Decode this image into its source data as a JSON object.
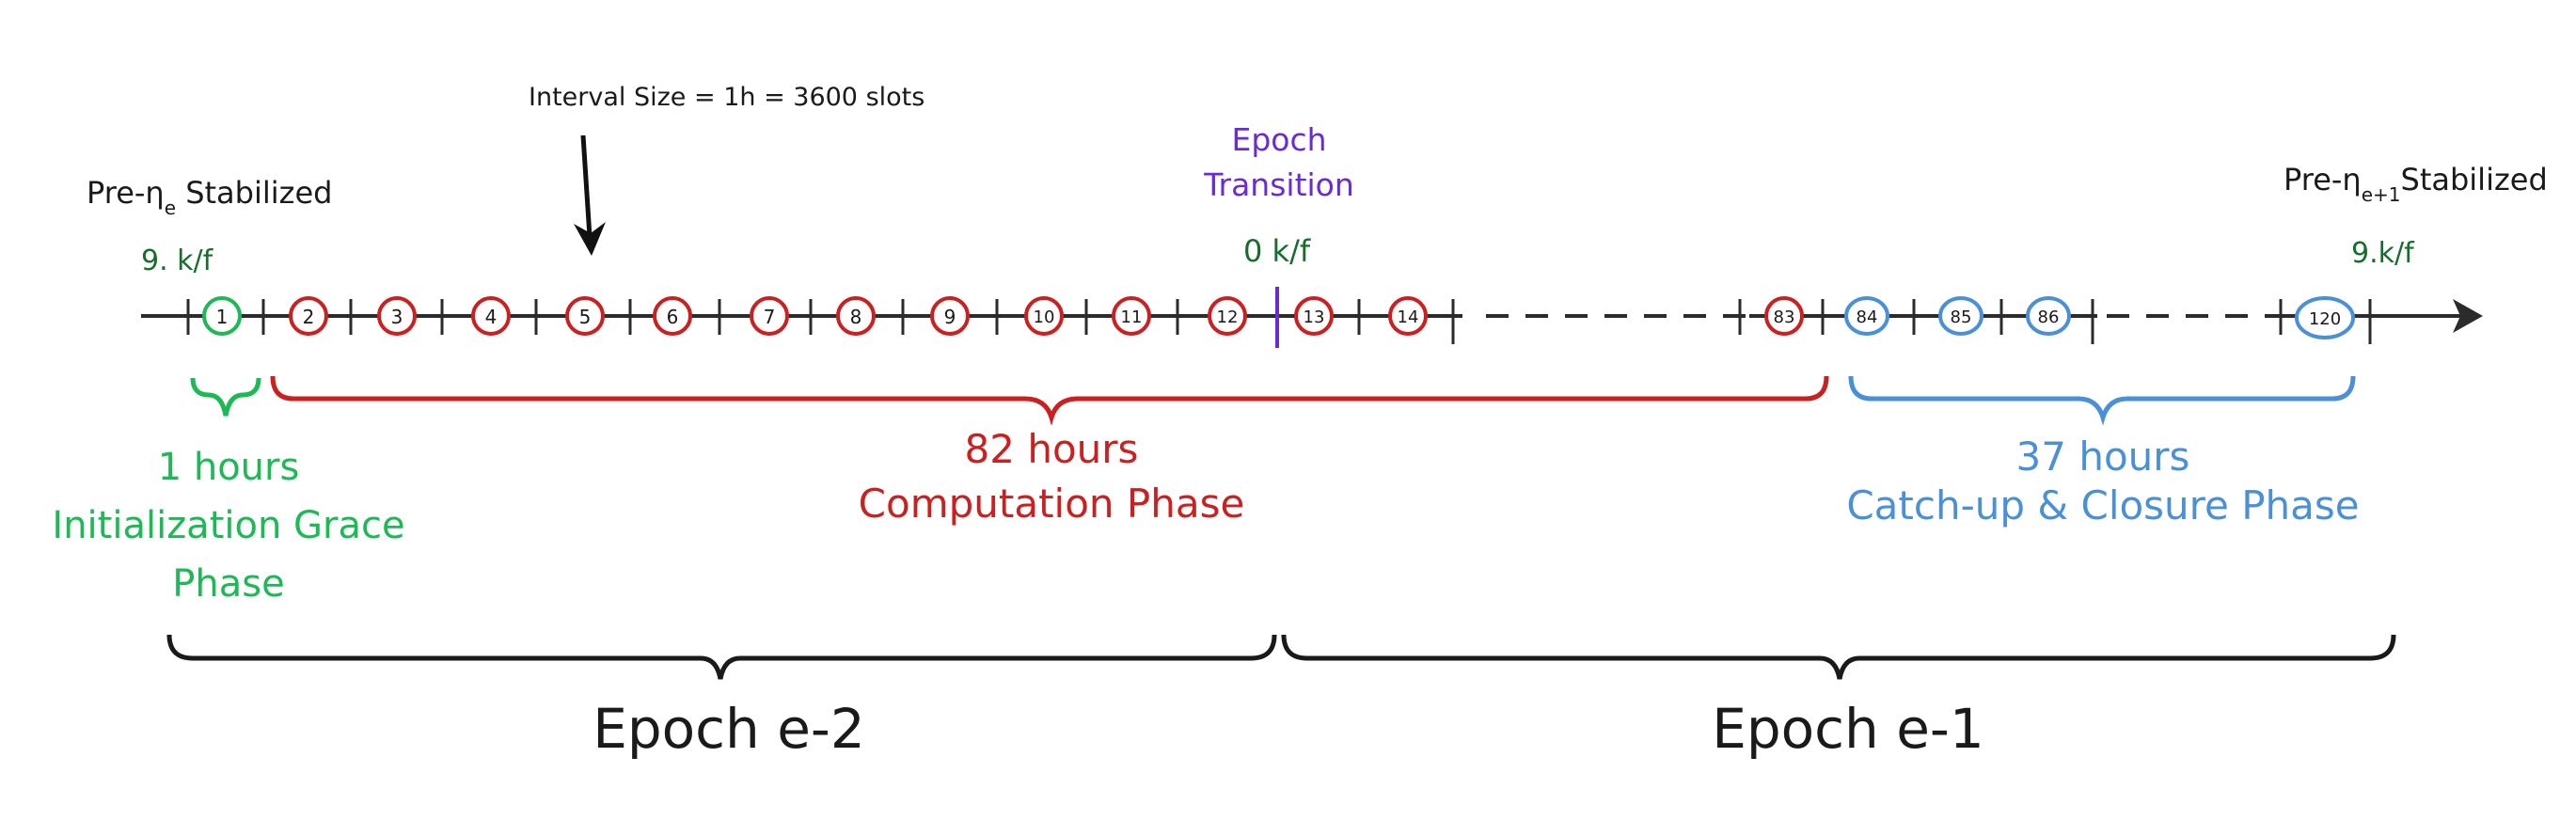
{
  "colors": {
    "axis": "#2b2b2b",
    "green": "#1db954",
    "dark_green": "#176e2c",
    "red": "#cc1f1f",
    "blue": "#4a90d9",
    "purple": "#6a2bd6",
    "black": "#1a1a1a"
  },
  "annotations": {
    "interval_size": "Interval Size = 1h = 3600 slots",
    "pre_left_prefix": "Pre-η",
    "pre_left_sub": "e",
    "pre_left_suffix": " Stabilized",
    "pre_right_prefix": "Pre-η",
    "pre_right_sub": "e+1",
    "pre_right_suffix": "Stabilized",
    "kf_left": "9. k/f",
    "kf_mid": "0 k/f",
    "kf_right": "9.k/f",
    "epoch_transition_line1": "Epoch",
    "epoch_transition_line2": "Transition"
  },
  "slots": {
    "green": [
      "1"
    ],
    "red": [
      "2",
      "3",
      "4",
      "5",
      "6",
      "7",
      "8",
      "9",
      "10",
      "11",
      "12",
      "13",
      "14",
      "83"
    ],
    "blue": [
      "84",
      "85",
      "86",
      "120"
    ]
  },
  "phases": {
    "grace_hours": "1 hours",
    "grace_line1": "Initialization Grace",
    "grace_line2": "Phase",
    "computation_hours": "82 hours",
    "computation_name": "Computation Phase",
    "catchup_hours": "37 hours",
    "catchup_name": "Catch-up & Closure Phase"
  },
  "epochs": {
    "left": "Epoch e-2",
    "right": "Epoch e-1"
  }
}
